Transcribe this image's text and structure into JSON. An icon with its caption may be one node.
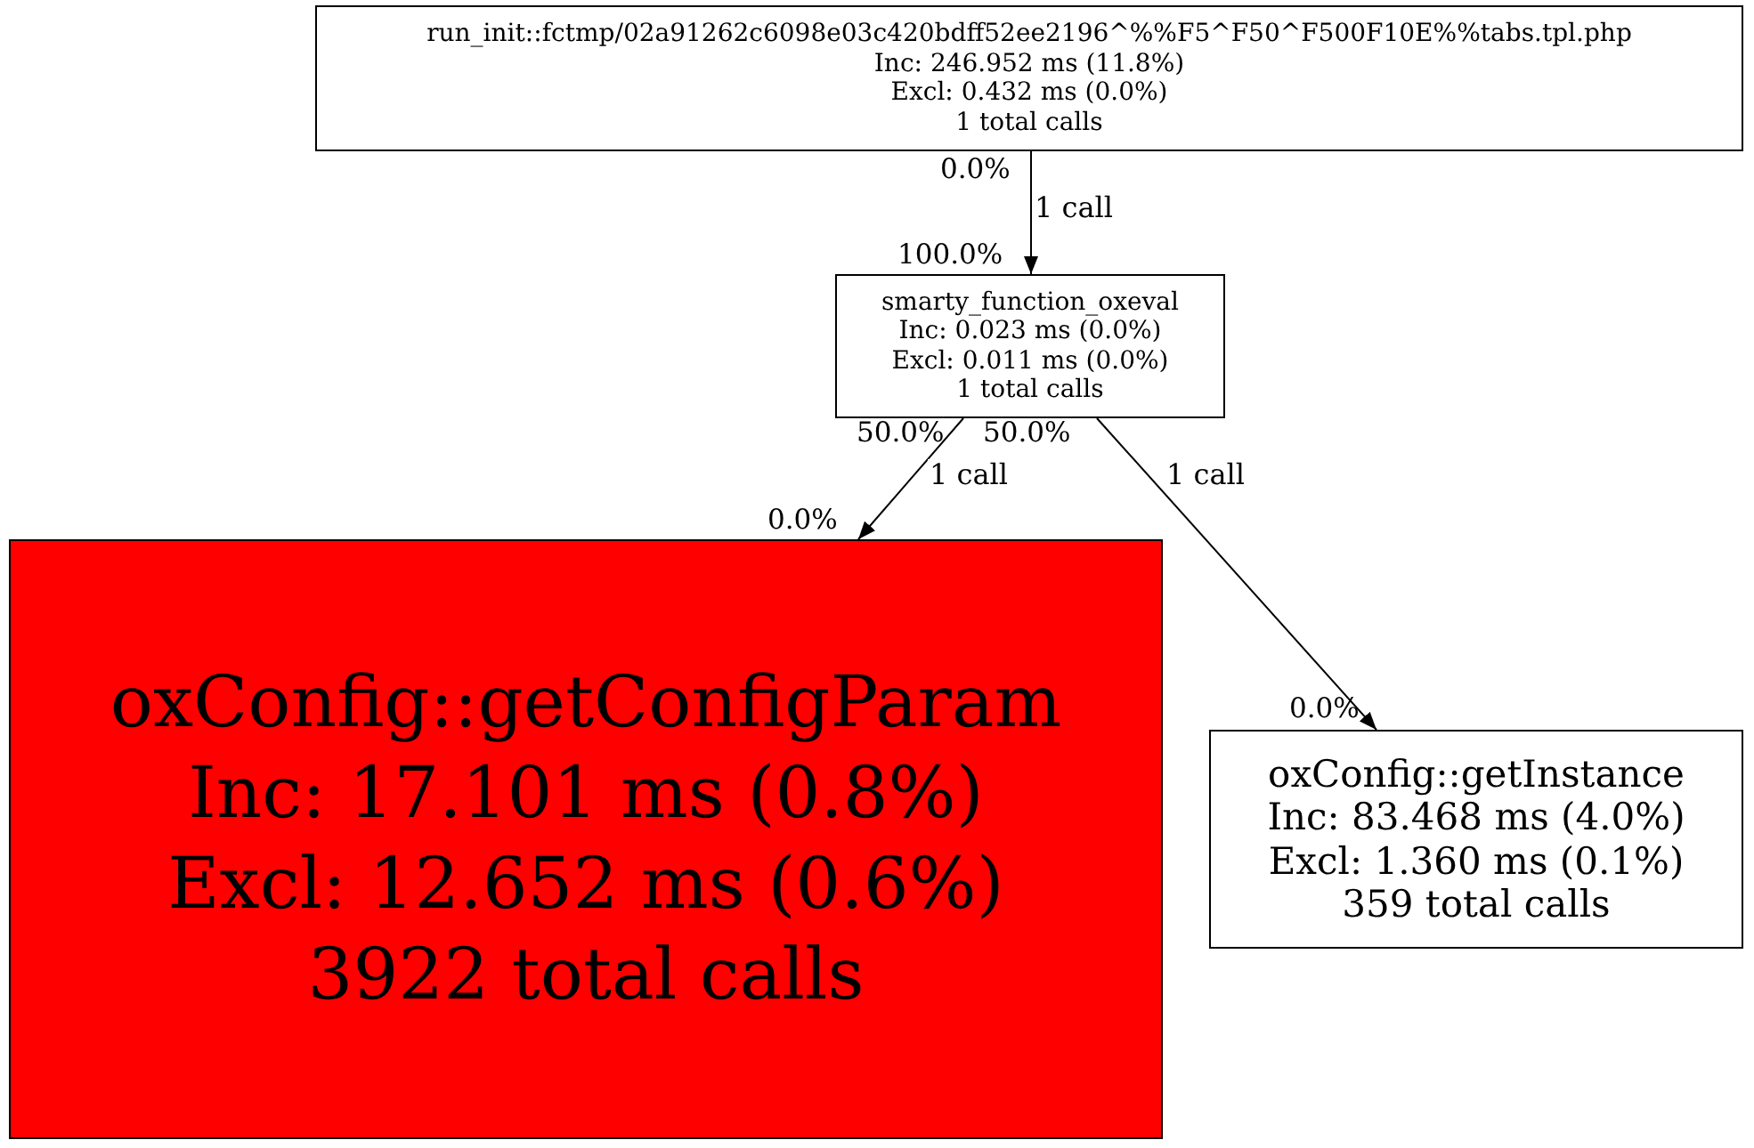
{
  "diagram": {
    "nodes": [
      {
        "text": [
          "run_init::fctmp/02a91262c6098e03c420bdff52ee2196^%%F5^F50^F500F10E%%tabs.tpl.php",
          "Inc: 246.952 ms (11.8%)",
          "Excl: 0.432 ms (0.0%)",
          "1 total calls"
        ]
      },
      {
        "text": [
          "smarty_function_oxeval",
          "Inc: 0.023 ms (0.0%)",
          "Excl: 0.011 ms (0.0%)",
          "1 total calls"
        ]
      },
      {
        "text": [
          "oxConfig::getConfigParam",
          "Inc: 17.101 ms (0.8%)",
          "Excl: 12.652 ms (0.6%)",
          "3922 total calls"
        ]
      },
      {
        "text": [
          "oxConfig::getInstance",
          "Inc: 83.468 ms (4.0%)",
          "Excl: 1.360 ms (0.1%)",
          "359 total calls"
        ]
      }
    ],
    "edges": [
      {
        "from": 0,
        "to": 1,
        "arrow": "to",
        "label": "1 call"
      },
      {
        "from": 1,
        "to": 2,
        "arrow": "to",
        "label": "1 call"
      },
      {
        "from": 1,
        "to": 3,
        "arrow": "to",
        "label": "1 call"
      }
    ],
    "labels": [
      "0.0%",
      "100.0%",
      "50.0%",
      "50.0%",
      "0.0%",
      "0.0%"
    ]
  }
}
